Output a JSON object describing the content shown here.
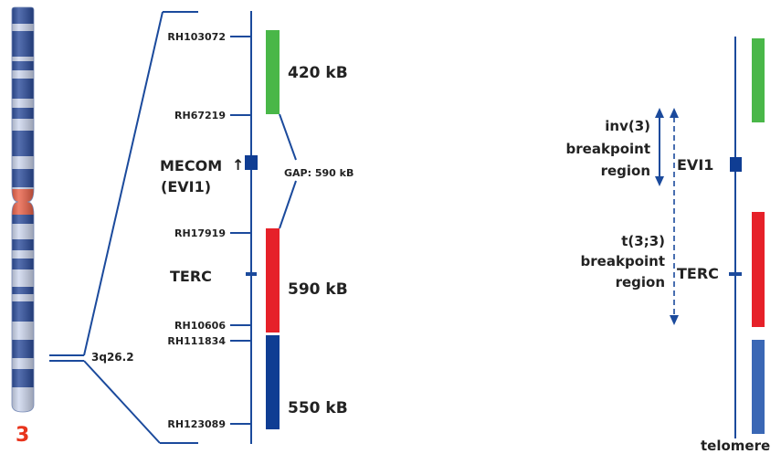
{
  "colors": {
    "line": "#1b4a9c",
    "chrom_dark": "#1c3f94",
    "chrom_light": "#c9d3ec",
    "centromere": "#e8553a",
    "green": "#49b748",
    "red": "#e62129",
    "blue_dark": "#0f3d93",
    "blue_right": "#3a67b5",
    "chrom_number": "#e8341c"
  },
  "chromosome": {
    "number": "3",
    "band": "3q26.2"
  },
  "left_map": {
    "markers": [
      "RH103072",
      "RH67219",
      "RH17919",
      "RH10606",
      "RH111834",
      "RH123089"
    ],
    "segments": [
      {
        "size": "420 kB",
        "color": "green"
      },
      {
        "size": "590 kB",
        "color": "red"
      },
      {
        "size": "550 kB",
        "color": "blue_dark"
      }
    ],
    "gap_label": "GAP: 590 kB",
    "genes": {
      "mecom": "MECOM",
      "mecom_arrow": "↑",
      "mecom_alias": "(EVI1)",
      "terc": "TERC"
    }
  },
  "right_map": {
    "inv_region": [
      "inv(3)",
      "breakpoint",
      "region"
    ],
    "t_region": [
      "t(3;3)",
      "breakpoint",
      "region"
    ],
    "genes": {
      "evi1": "EVI1",
      "terc": "TERC"
    },
    "telomere": "telomere"
  }
}
